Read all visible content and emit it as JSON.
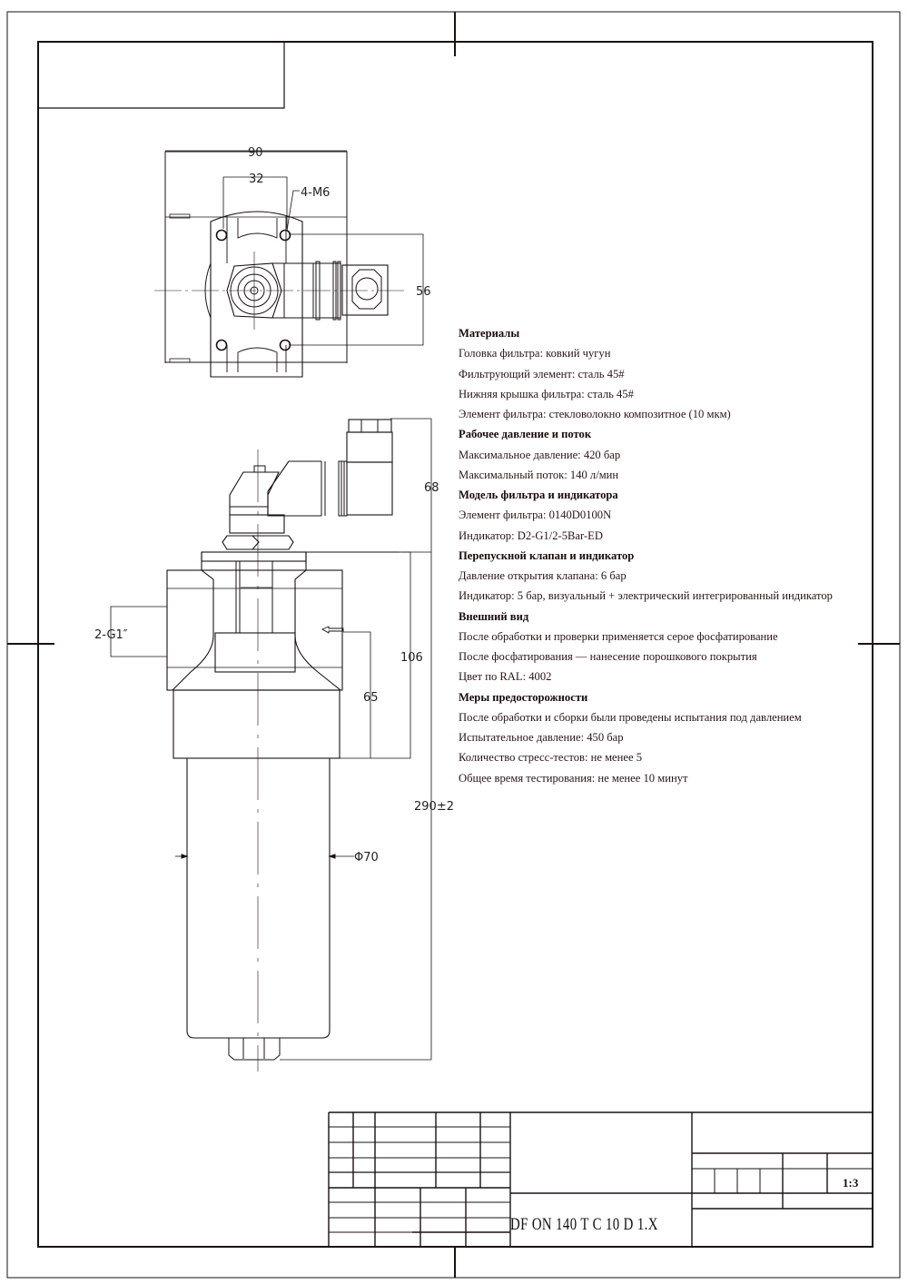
{
  "drawing": {
    "top_view": {
      "dim_width": "90",
      "dim_bolt_spacing": "32",
      "dim_bolt_spacing_vertical": "56",
      "holes_label": "4-M6"
    },
    "side_view": {
      "dim_indicator_height": "68",
      "dim_head_height": "106",
      "dim_port_height": "65",
      "dim_total_length": "290±2",
      "dim_bowl_diameter": "Φ70",
      "port_label": "2-G1″"
    }
  },
  "specs": {
    "sections": [
      {
        "title": "Материалы",
        "items": [
          "Головка фильтра: ковкий чугун",
          "Фильтрующий элемент: сталь 45#",
          "Нижняя крышка фильтра: сталь 45#",
          "Элемент фильтра: стекловолокно композитное (10 мкм)"
        ]
      },
      {
        "title": "Рабочее давление и поток",
        "items": [
          "Максимальное давление: 420 бар",
          "Максимальный поток: 140 л/мин"
        ]
      },
      {
        "title": "Модель фильтра и индикатора",
        "items": [
          "Элемент фильтра: 0140D0100N",
          "Индикатор: D2-G1/2-5Bar-ED"
        ]
      },
      {
        "title": "Перепускной клапан и индикатор",
        "items": [
          "Давление открытия клапана: 6 бар",
          "Индикатор: 5 бар, визуальный + электрический интегрированный индикатор"
        ]
      },
      {
        "title": "Внешний вид",
        "items": [
          "После обработки и проверки применяется серое фосфатирование",
          "После фосфатирования — нанесение порошкового покрытия",
          "Цвет по RAL: 4002"
        ]
      },
      {
        "title": "Меры предосторожности",
        "items": [
          "После обработки и сборки были проведены испытания под давлением",
          "Испытательное давление: 450 бар",
          "Количество стресс-тестов: не менее 5",
          "Общее время тестирования: не менее 10 минут"
        ]
      }
    ]
  },
  "title_block": {
    "designation": "DF ON 140 T C 10 D 1.X",
    "scale": "1:3"
  },
  "colors": {
    "line": "#1a1010",
    "text": "#2a1414"
  }
}
